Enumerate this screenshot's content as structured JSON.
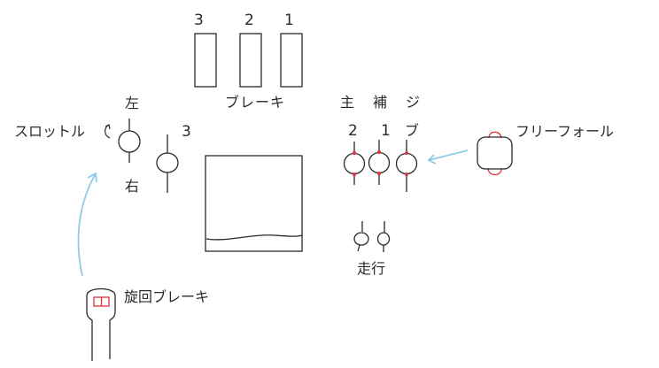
{
  "brake_pedals": {
    "label": "ブレーキ",
    "numbers": [
      "3",
      "2",
      "1"
    ]
  },
  "swing_lever": {
    "throttle_label": "スロットル",
    "left_label": "左",
    "right_label": "右"
  },
  "lever_3_label": "3",
  "hoist_group": {
    "header_main": "主",
    "header_aux": "補",
    "header_jib": "ジ",
    "header_jib_2": "ブ",
    "num_2": "2",
    "num_1": "1"
  },
  "free_fall_label": "フリーフォール",
  "travel_label": "走行",
  "swing_brake_label": "旋回ブレーキ",
  "colors": {
    "ink": "#2a2a2a",
    "arrow": "#8ccbe8",
    "accent_red": "#e0303a"
  }
}
